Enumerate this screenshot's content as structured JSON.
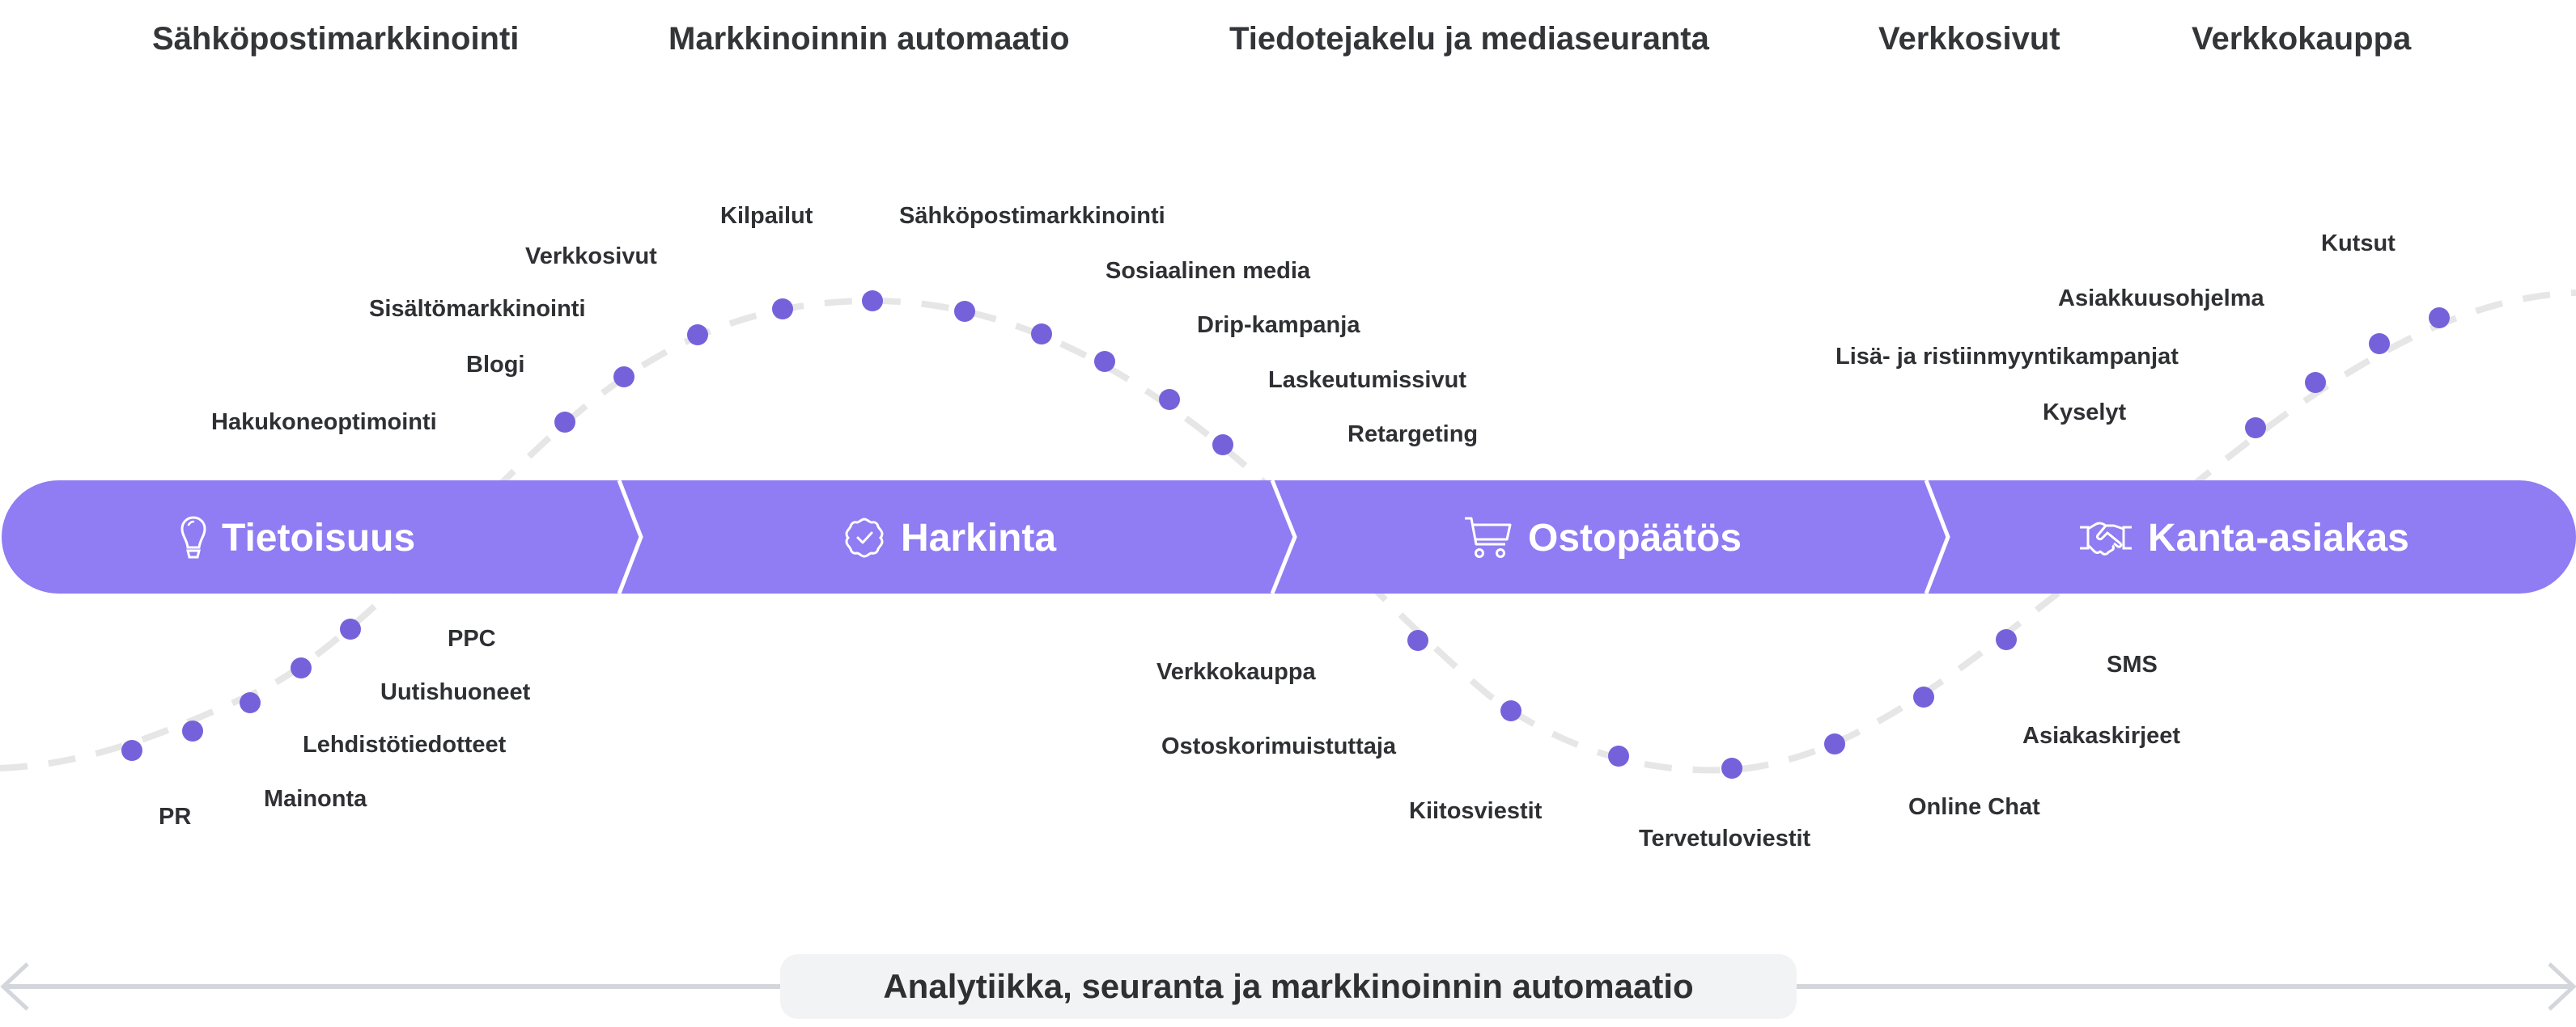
{
  "top_channels": [
    {
      "label": "Sähköpostimarkkinointi"
    },
    {
      "label": "Markkinoinnin automaatio"
    },
    {
      "label": "Tiedotejakelu ja mediaseuranta"
    },
    {
      "label": "Verkkosivut"
    },
    {
      "label": "Verkkokauppa"
    }
  ],
  "stages": [
    {
      "label": "Tietoisuus",
      "icon": "lightbulb-icon"
    },
    {
      "label": "Harkinta",
      "icon": "verified-badge-icon"
    },
    {
      "label": "Ostopäätös",
      "icon": "shopping-cart-icon"
    },
    {
      "label": "Kanta-asiakas",
      "icon": "handshake-icon"
    }
  ],
  "touchpoints": {
    "awareness_below": [
      "PR",
      "Mainonta",
      "Lehdistötiedotteet",
      "Uutishuoneet",
      "PPC"
    ],
    "awareness_above": [
      "Hakukoneoptimointi",
      "Blogi",
      "Sisältömarkkinointi",
      "Verkkosivut",
      "Kilpailut"
    ],
    "consideration": [
      "Sähköpostimarkkinointi",
      "Sosiaalinen media",
      "Drip-kampanja",
      "Laskeutumissivut",
      "Retargeting"
    ],
    "purchase": [
      "Verkkokauppa",
      "Ostoskorimuistuttaja",
      "Kiitosviestit",
      "Tervetuloviestit"
    ],
    "retention_below": [
      "Online Chat",
      "Asiakaskirjeet",
      "SMS"
    ],
    "retention_above": [
      "Kyselyt",
      "Lisä- ja ristiinmyyntikampanjat",
      "Asiakkuusohjelma",
      "Kutsut"
    ]
  },
  "footer": {
    "label": "Analytiikka, seuranta ja markkinoinnin automaatio"
  },
  "colors": {
    "band": "#907CF3",
    "dot": "#7562DB",
    "curve": "#E6E6E6",
    "text": "#2F3033",
    "arrow": "#D3D6DA",
    "footer_bg": "#F1F3F4"
  }
}
